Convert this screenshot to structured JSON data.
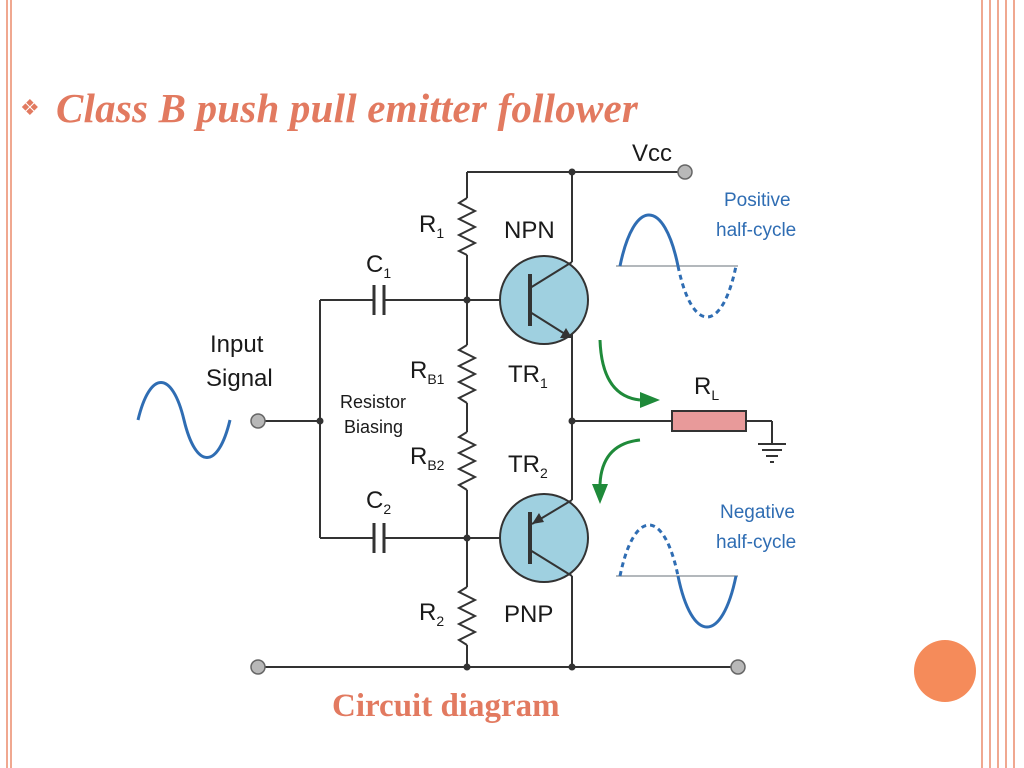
{
  "slide": {
    "bullet_icon": "diamond-bullet-icon",
    "title": "Class B push pull emitter follower",
    "caption": "Circuit diagram",
    "accent_color": "#e27a60"
  },
  "diagram": {
    "vcc": "Vcc",
    "r1": "R",
    "r1_sub": "1",
    "r2": "R",
    "r2_sub": "2",
    "rb1": "R",
    "rb1_sub": "B1",
    "rb2": "R",
    "rb2_sub": "B2",
    "c1": "C",
    "c1_sub": "1",
    "c2": "C",
    "c2_sub": "2",
    "npn": "NPN",
    "pnp": "PNP",
    "tr1": "TR",
    "tr1_sub": "1",
    "tr2": "TR",
    "tr2_sub": "2",
    "rl": "R",
    "rl_sub": "L",
    "input_line1": "Input",
    "input_line2": "Signal",
    "bias_line1": "Resistor",
    "bias_line2": "Biasing",
    "pos_line1": "Positive",
    "pos_line2": "half-cycle",
    "neg_line1": "Negative",
    "neg_line2": "half-cycle",
    "colors": {
      "wire": "#333333",
      "transistor_fill": "#9fd0e0",
      "load_resistor": "#e89a9a",
      "wave": "#2f6db3",
      "arrow": "#1f8a3a"
    }
  }
}
